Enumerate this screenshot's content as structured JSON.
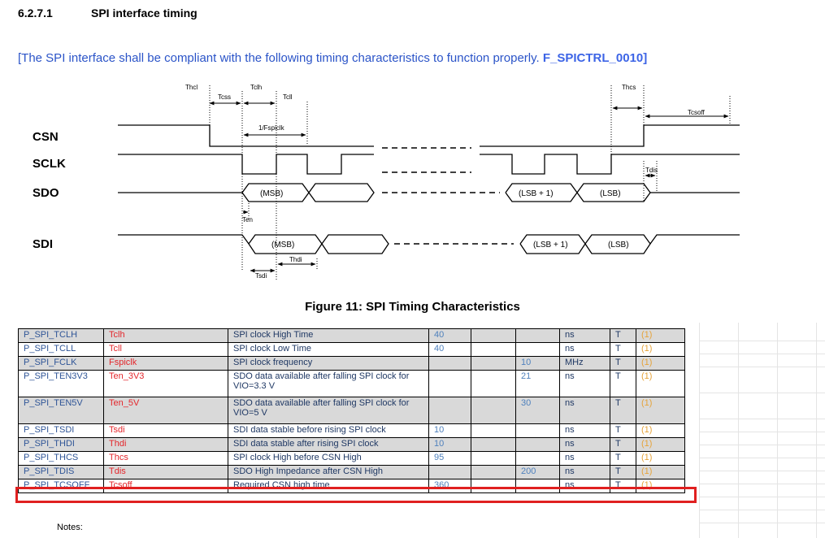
{
  "section": {
    "number": "6.2.7.1",
    "title": "SPI interface timing"
  },
  "requirement": {
    "text": "[The SPI interface shall be compliant with the following timing characteristics to function properly.",
    "id": "F_SPICTRL_0010]"
  },
  "diagram": {
    "signals": [
      "CSN",
      "SCLK",
      "SDO",
      "SDI"
    ],
    "labels": {
      "thcl": "Thcl",
      "tcss": "Tcss",
      "tclh": "Tclh",
      "tcll": "Tcll",
      "fspiclk": "1/Fspiclk",
      "thcs": "Thcs",
      "tcsoff": "Tcsoff",
      "tdis": "Tdis",
      "ten": "Ten",
      "thdi": "Thdi",
      "tsdi": "Tsdi"
    },
    "bits": {
      "msb": "(MSB)",
      "lsb1": "(LSB + 1)",
      "lsb": "(LSB)"
    }
  },
  "figure_caption": "Figure 11: SPI Timing Characteristics",
  "colors": {
    "req_text": "#2b54c8",
    "param_name": "#2f5597",
    "symbol": "#e4262b",
    "value": "#4f81bd",
    "note": "#e6a33a",
    "highlight": "#e02020",
    "row_grey": "#d9d9d9"
  },
  "table": {
    "rows": [
      {
        "name": "P_SPI_TCLH",
        "symbol": "Tclh",
        "desc": "SPI clock High Time",
        "min": "40",
        "typ": "",
        "max": "",
        "unit": "ns",
        "t": "T",
        "note": "(1)"
      },
      {
        "name": "P_SPI_TCLL",
        "symbol": "Tcll",
        "desc": "SPI clock Low Time",
        "min": "40",
        "typ": "",
        "max": "",
        "unit": "ns",
        "t": "T",
        "note": "(1)"
      },
      {
        "name": "P_SPI_FCLK",
        "symbol": "Fspiclk",
        "desc": "SPI clock frequency",
        "min": "",
        "typ": "",
        "max": "10",
        "unit": "MHz",
        "t": "T",
        "note": "(1)"
      },
      {
        "name": "P_SPI_TEN3V3",
        "symbol": "Ten_3V3",
        "desc": "SDO data available after falling SPI clock for VIO=3.3 V",
        "min": "",
        "typ": "",
        "max": "21",
        "unit": "ns",
        "t": "T",
        "note": "(1)"
      },
      {
        "name": "P_SPI_TEN5V",
        "symbol": "Ten_5V",
        "desc": "SDO data available after falling SPI clock for VIO=5 V",
        "min": "",
        "typ": "",
        "max": "30",
        "unit": "ns",
        "t": "T",
        "note": "(1)"
      },
      {
        "name": "P_SPI_TSDI",
        "symbol": "Tsdi",
        "desc": "SDI data stable before rising SPI clock",
        "min": "10",
        "typ": "",
        "max": "",
        "unit": "ns",
        "t": "T",
        "note": "(1)"
      },
      {
        "name": "P_SPI_THDI",
        "symbol": "Thdi",
        "desc": "SDI data stable after rising SPI clock",
        "min": "10",
        "typ": "",
        "max": "",
        "unit": "ns",
        "t": "T",
        "note": "(1)"
      },
      {
        "name": "P_SPI_THCS",
        "symbol": "Thcs",
        "desc": "SPI clock High before CSN High",
        "min": "95",
        "typ": "",
        "max": "",
        "unit": "ns",
        "t": "T",
        "note": "(1)"
      },
      {
        "name": "P_SPI_TDIS",
        "symbol": "Tdis",
        "desc": "SDO High Impedance after CSN High",
        "min": "",
        "typ": "",
        "max": "200",
        "unit": "ns",
        "t": "T",
        "note": "(1)"
      },
      {
        "name": "P_SPI_TCSOFF",
        "symbol": "Tcsoff",
        "desc": "Required CSN high time",
        "min": "360",
        "typ": "",
        "max": "",
        "unit": "ns",
        "t": "T",
        "note": "(1)"
      }
    ]
  },
  "notes_label": "Notes:"
}
